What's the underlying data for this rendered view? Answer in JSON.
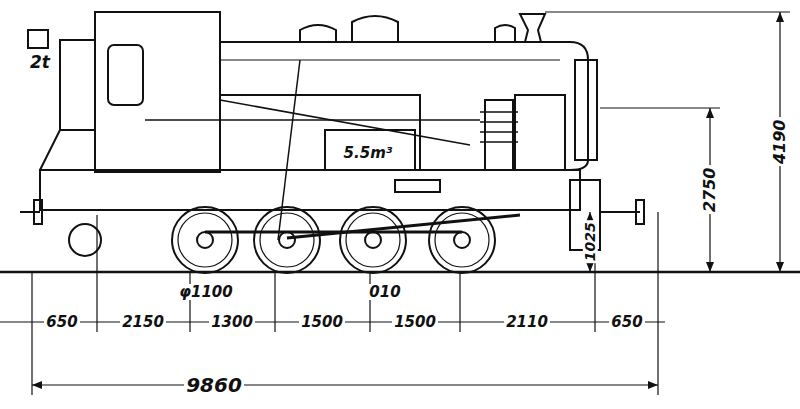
{
  "diagram": {
    "labels": [
      "2t",
      "5.5m³",
      "φ1100",
      "010",
      "650",
      "2150",
      "1300",
      "1500",
      "1500",
      "2110",
      "650",
      "9860",
      "4190",
      "2750",
      "1025"
    ]
  }
}
